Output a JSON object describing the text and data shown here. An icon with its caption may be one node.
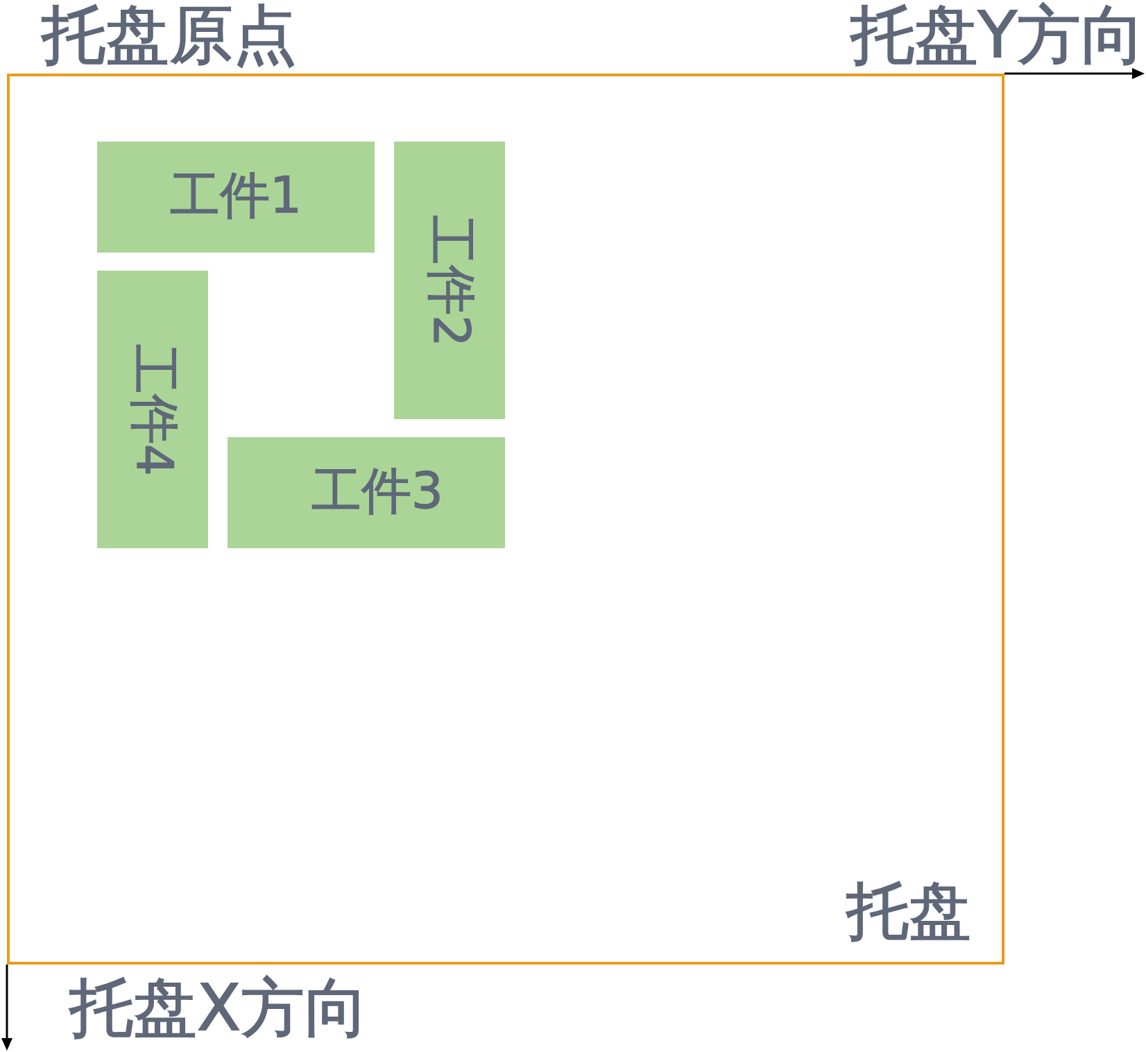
{
  "diagram": {
    "nodes": [
      {
        "text": [
          "托盘"
        ]
      },
      {
        "text": [
          "工件1"
        ],
        "in": 0
      },
      {
        "text": [
          "工件2"
        ],
        "in": 0
      },
      {
        "text": [
          "工件3"
        ],
        "in": 0
      },
      {
        "text": [
          "工件4"
        ],
        "in": 0
      }
    ],
    "labels": [
      "托盘原点",
      "托盘Y方向",
      "托盘X方向"
    ]
  }
}
